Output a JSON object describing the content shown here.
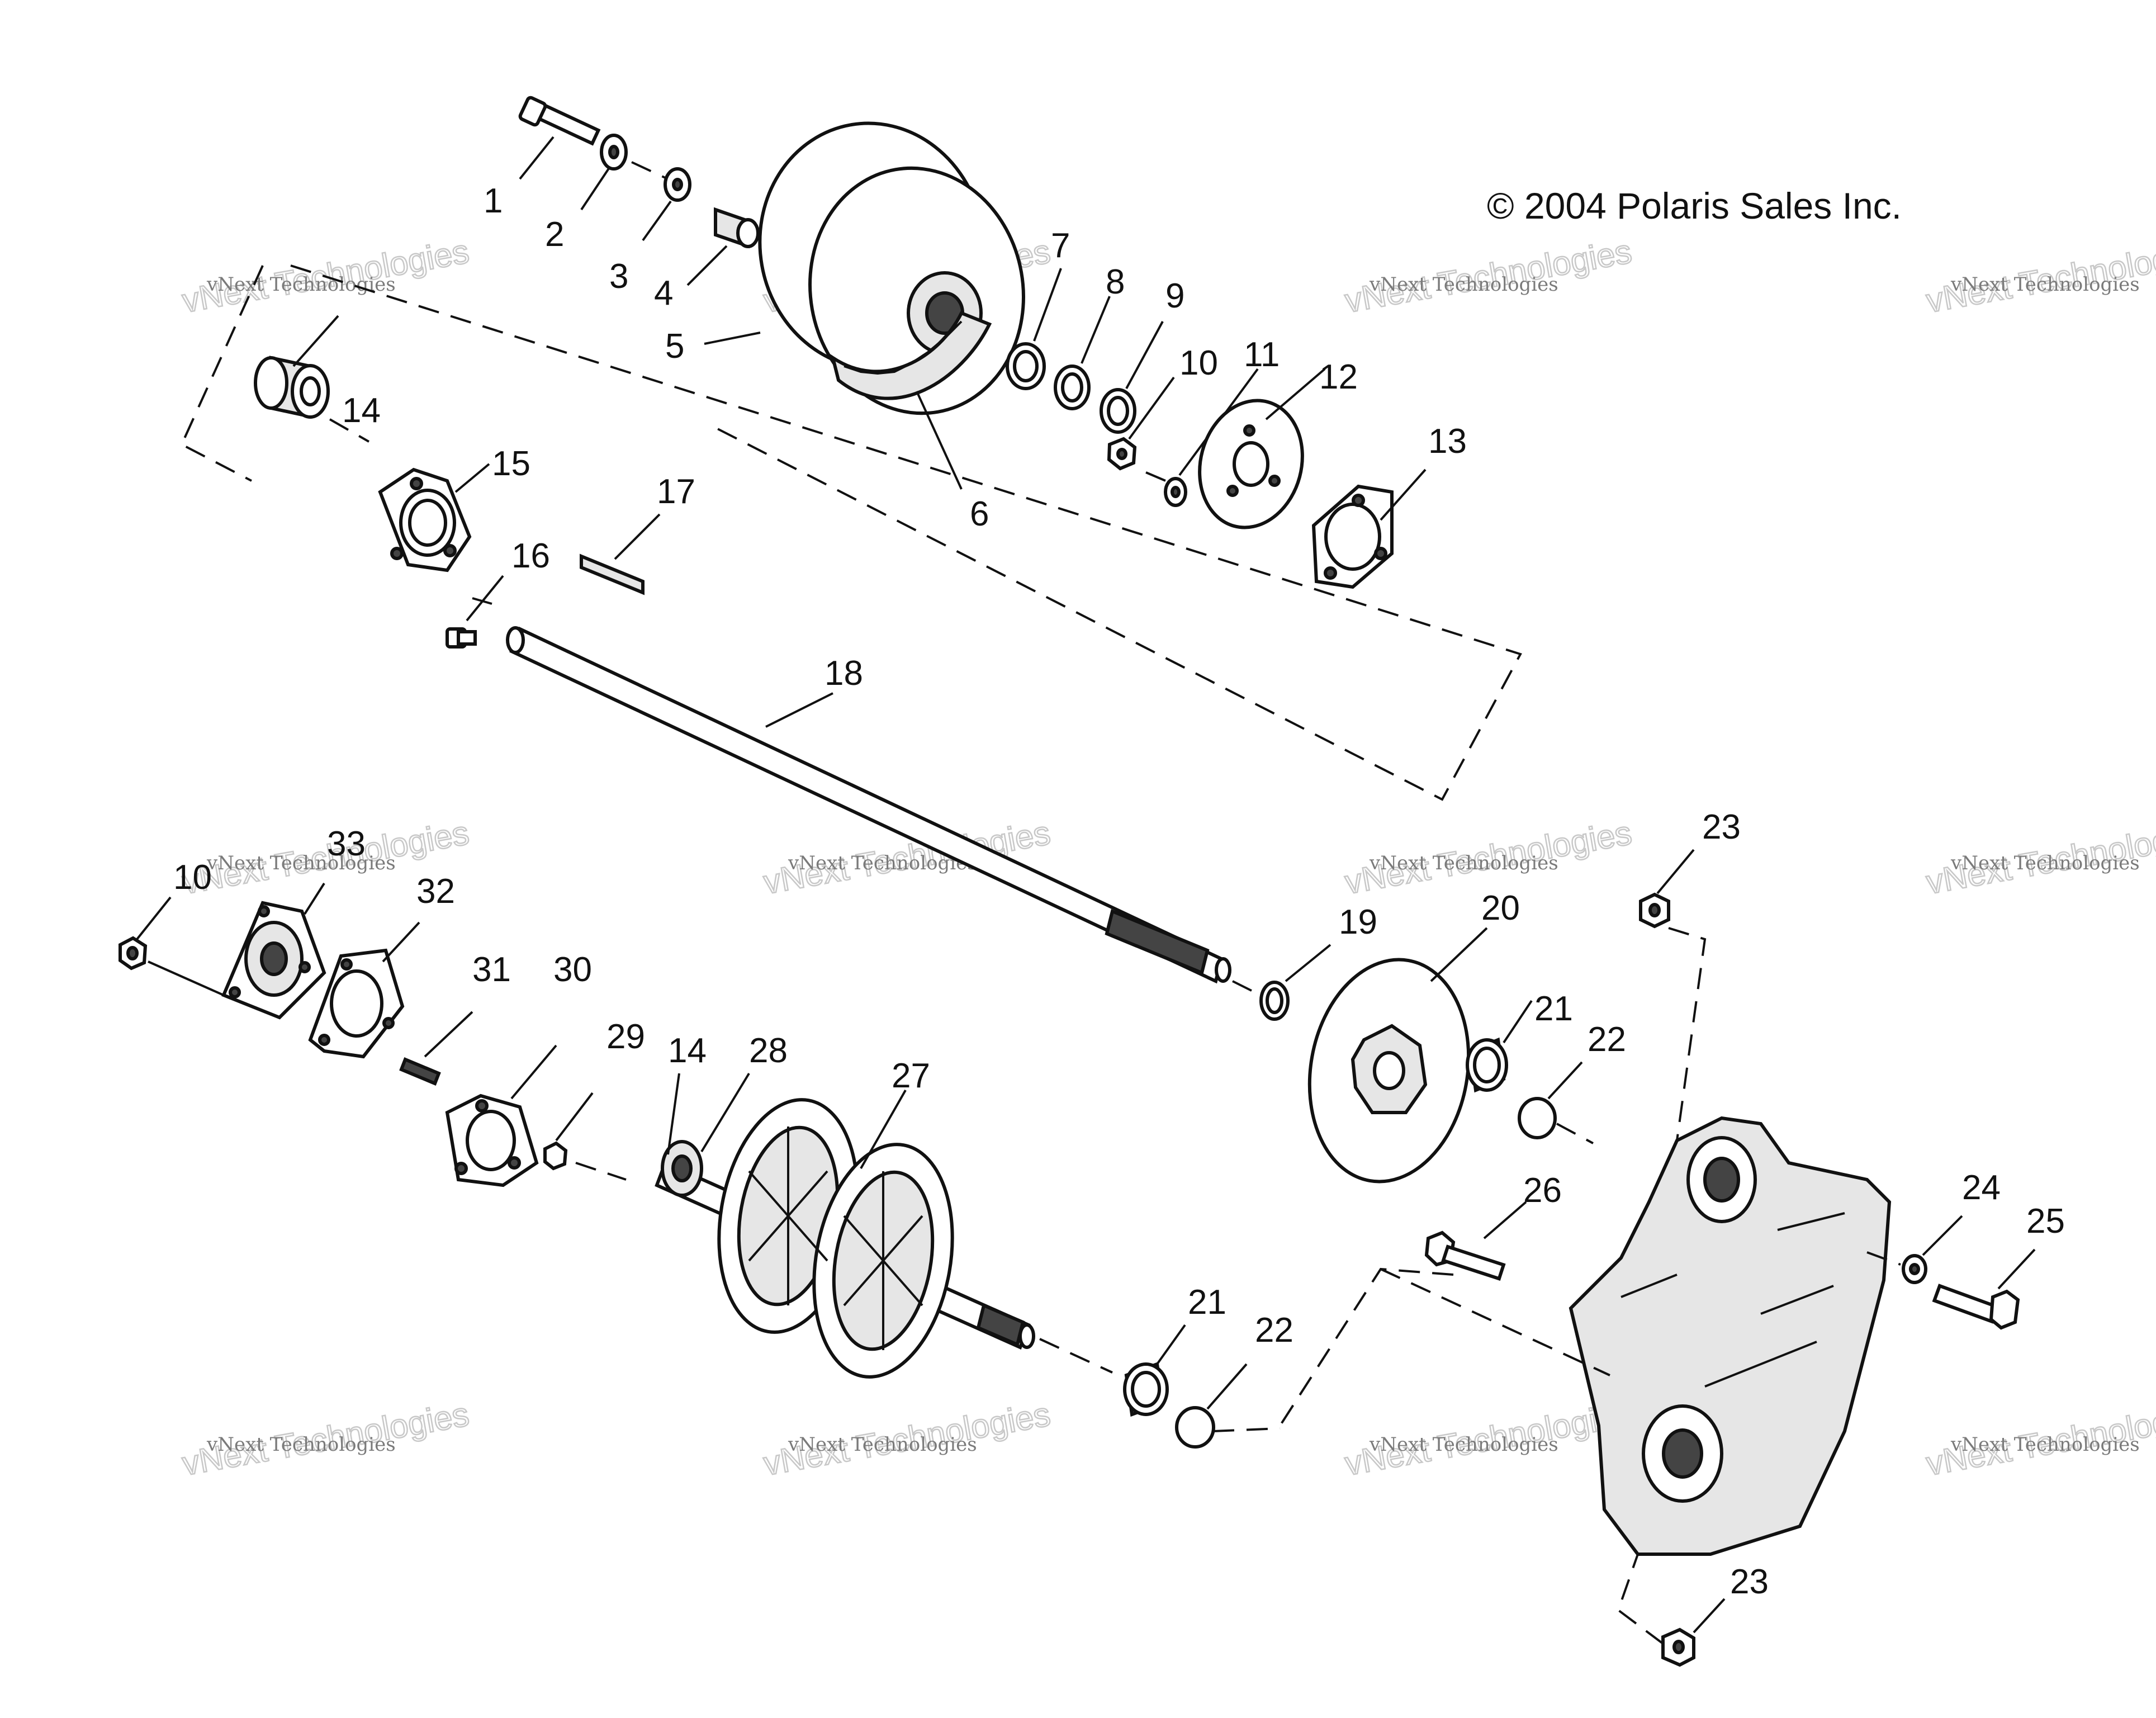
{
  "copyright": "© 2004 Polaris Sales Inc.",
  "watermark": {
    "line1": "vNext Technologies",
    "line2": "vNext Technologies"
  },
  "labels": {
    "l1": "1",
    "l2": "2",
    "l3": "3",
    "l4": "4",
    "l5": "5",
    "l6": "6",
    "l7": "7",
    "l8": "8",
    "l9": "9",
    "l10a": "10",
    "l10b": "10",
    "l11": "11",
    "l12": "12",
    "l13": "13",
    "l14a": "14",
    "l14b": "14",
    "l15": "15",
    "l16": "16",
    "l17": "17",
    "l18": "18",
    "l19": "19",
    "l20": "20",
    "l21a": "21",
    "l21b": "21",
    "l22a": "22",
    "l22b": "22",
    "l23a": "23",
    "l23b": "23",
    "l24": "24",
    "l25": "25",
    "l26": "26",
    "l27": "27",
    "l28": "28",
    "l29": "29",
    "l30": "30",
    "l31": "31",
    "l32": "32",
    "l33": "33"
  }
}
